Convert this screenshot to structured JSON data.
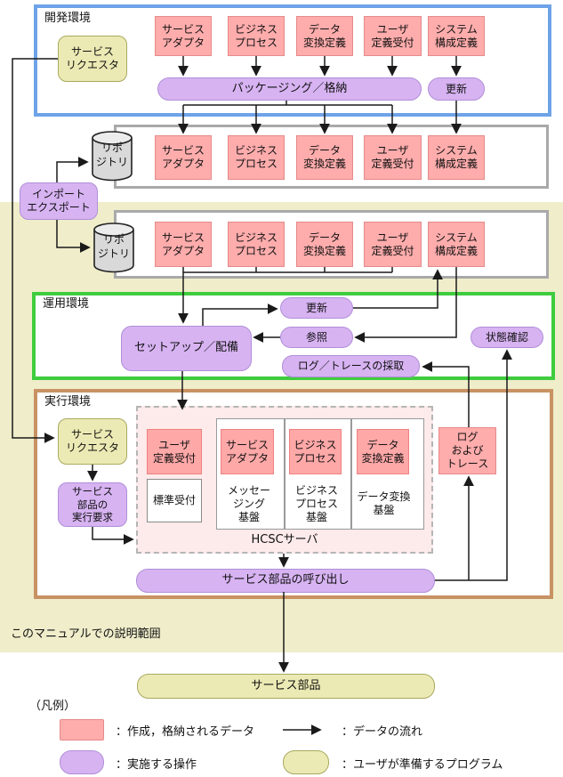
{
  "palette": {
    "pink_fill": "#ffacac",
    "pink_border": "#e68a8a",
    "purple_fill": "#d7b3f2",
    "purple_border": "#b08fd8",
    "yellow_fill": "#eceab4",
    "yellow_border": "#a9a95f",
    "beige_background": "#efedca",
    "blue_frame": "#6ea3e8",
    "gray_frame": "#a9a9a9",
    "green_frame": "#3fcc3f",
    "brown_frame": "#c89263",
    "hcsc_fill": "#fdeaea",
    "cylinder_fill": "#d9d9d9",
    "line_color": "#1a1a1a"
  },
  "dev": {
    "label": "開発環境",
    "requester": "サービス\nリクエスタ",
    "artifacts": [
      "サービス\nアダプタ",
      "ビジネス\nプロセス",
      "データ\n変換定義",
      "ユーザ\n定義受付",
      "システム\n構成定義"
    ],
    "packaging": "パッケージング／格納",
    "update": "更新"
  },
  "repository": "リポ\nジトリ",
  "import_export": "インポート\nエクスポート",
  "ops": {
    "label": "運用環境",
    "update": "更新",
    "refer": "参照",
    "setup": "セットアップ／配備",
    "log_collect": "ログ／トレースの採取",
    "status_check": "状態確認"
  },
  "exec": {
    "label": "実行環境",
    "requester": "サービス\nリクエスタ",
    "exec_request": "サービス\n部品の\n実行要求",
    "hcsc_label": "HCSCサーバ",
    "user_reception": "ユーザ\n定義受付",
    "std_reception": "標準受付",
    "adapter": "サービス\nアダプタ",
    "messaging_base": "メッセー\nジング\n基盤",
    "business_process": "ビジネス\nプロセス",
    "business_base": "ビジネス\nプロセス\n基盤",
    "data_convert": "データ\n変換定義",
    "data_base": "データ変換\n基盤",
    "log_trace": "ログ\nおよび\nトレース",
    "invoke": "サービス部品の呼び出し"
  },
  "scope_note": "このマニュアルでの説明範囲",
  "service_parts": "サービス部品",
  "legend": {
    "title": "（凡例）",
    "data_label": "：作成，格納されるデータ",
    "flow_label": "：データの流れ",
    "operation_label": "：実施する操作",
    "program_label": "：ユーザが準備するプログラム"
  }
}
